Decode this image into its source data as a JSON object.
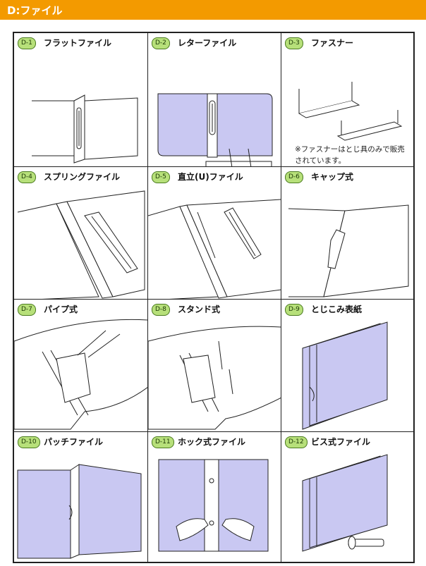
{
  "header": {
    "title": "D:ファイル"
  },
  "colors": {
    "header_bg": "#f39a00",
    "cover": "#c9c8f2",
    "badge_bg": "#b7e07a"
  },
  "items": [
    {
      "code": "D-1",
      "name": "フラットファイル"
    },
    {
      "code": "D-2",
      "name": "レターファイル"
    },
    {
      "code": "D-3",
      "name": "ファスナー"
    },
    {
      "code": "D-4",
      "name": "スプリングファイル"
    },
    {
      "code": "D-5",
      "name": "直立(U)ファイル"
    },
    {
      "code": "D-6",
      "name": "キャップ式"
    },
    {
      "code": "D-7",
      "name": "パイプ式"
    },
    {
      "code": "D-8",
      "name": "スタンド式"
    },
    {
      "code": "D-9",
      "name": "とじこみ表紙"
    },
    {
      "code": "D-10",
      "name": "パッチファイル"
    },
    {
      "code": "D-11",
      "name": "ホック式ファイル"
    },
    {
      "code": "D-12",
      "name": "ビス式ファイル"
    }
  ],
  "notes": {
    "fastener": "※ファスナーはとじ具のみで販売されています。"
  }
}
